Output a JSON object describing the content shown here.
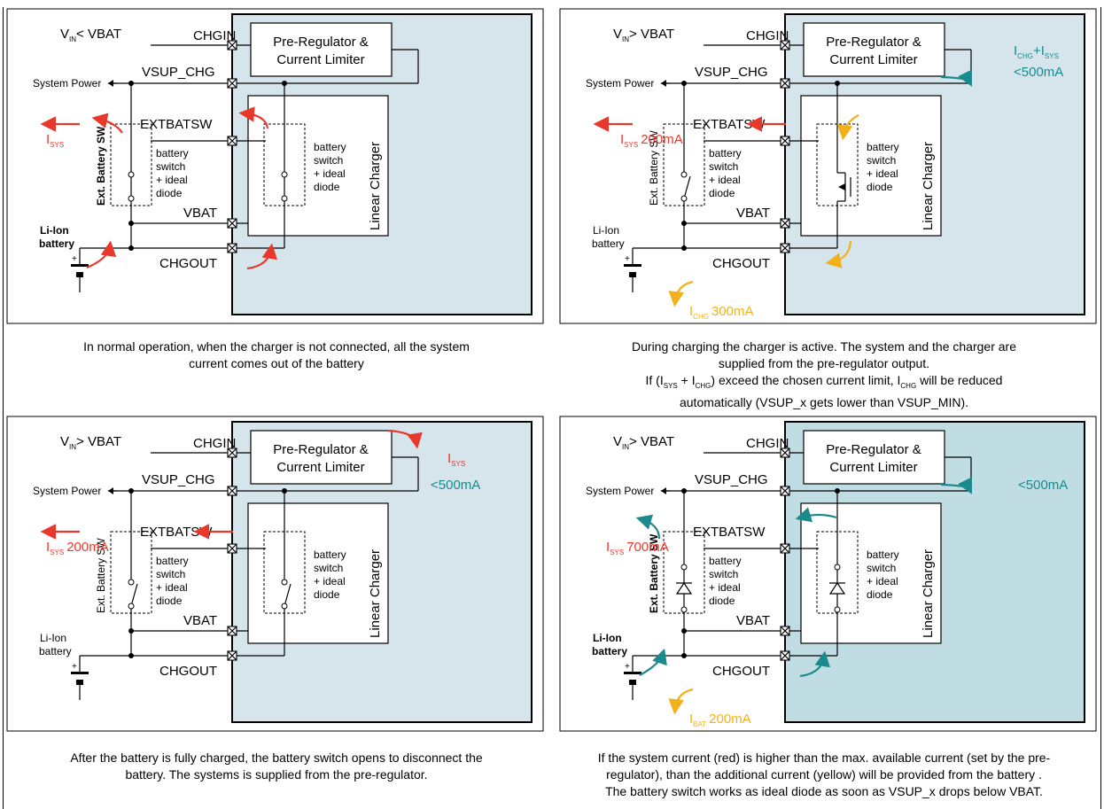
{
  "colors": {
    "red": "#e8382c",
    "teal": "#1a8a8c",
    "yellow": "#f2b11b",
    "chip_fill": "#d6e4eb",
    "chip_fill_active": "#bfdde3"
  },
  "labels": {
    "chgin": "CHGIN",
    "vsup_chg": "VSUP_CHG",
    "system_power": "System Power",
    "extbatsw": "EXTBATSW",
    "vbat": "VBAT",
    "chgout": "CHGOUT",
    "li_ion": "Li-Ion",
    "battery": "battery",
    "ext_battery_sw": "Ext. Battery SW",
    "linear_charger": "Linear Charger",
    "prereg_1": "Pre-Regulator &",
    "prereg_2": "Current Limiter",
    "sw_1": "battery",
    "sw_2": "switch",
    "sw_3": "+ ideal",
    "sw_4": "diode",
    "vbat_text": "VBAT",
    "ma500": "<500mA"
  },
  "panels": [
    {
      "vin_op": "< VBAT",
      "isys_value": "",
      "ichg_value": "",
      "ibat_value": "",
      "caption": [
        "In normal operation, when the charger is not connected, all the system",
        "current comes out of the battery"
      ]
    },
    {
      "vin_op": "> VBAT",
      "isys_value": "200mA",
      "ichg_value": "300mA",
      "ibat_value": "",
      "caption": [
        "During charging the charger is active. The system and the charger are",
        "supplied from the pre-regulator output.",
        "If (I_SYS + I_CHG) exceed the chosen current limit, I_CHG will be reduced",
        "automatically (VSUP_x gets lower than VSUP_MIN)."
      ]
    },
    {
      "vin_op": "> VBAT",
      "isys_value": "200mA",
      "ichg_value": "",
      "ibat_value": "",
      "caption": [
        "After the battery is fully charged, the battery switch opens to disconnect the",
        "battery. The systems is supplied from the pre-regulator."
      ]
    },
    {
      "vin_op": "> VBAT",
      "isys_value": "700mA",
      "ichg_value": "",
      "ibat_value": "200mA",
      "caption": [
        "If the system current (red) is higher than the max. available current (set by the pre-",
        "regulator), than the additional current (yellow) will be provided from the battery .",
        "The battery switch works as ideal diode as soon as VSUP_x drops below VBAT."
      ]
    }
  ]
}
